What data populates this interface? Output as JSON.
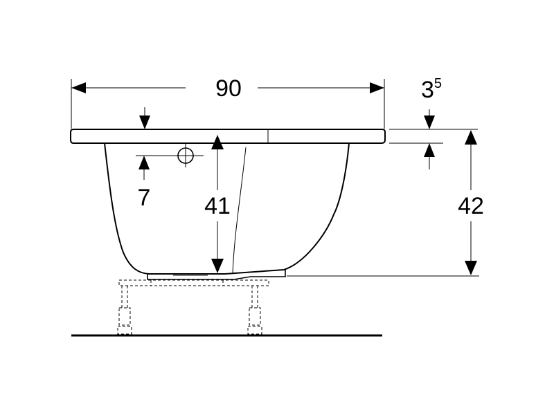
{
  "dimensions": {
    "width_label": "90",
    "rim_thickness_base": "3",
    "rim_thickness_sup": "5",
    "overflow_offset_label": "7",
    "inner_depth_label": "41",
    "total_height_label": "42"
  }
}
